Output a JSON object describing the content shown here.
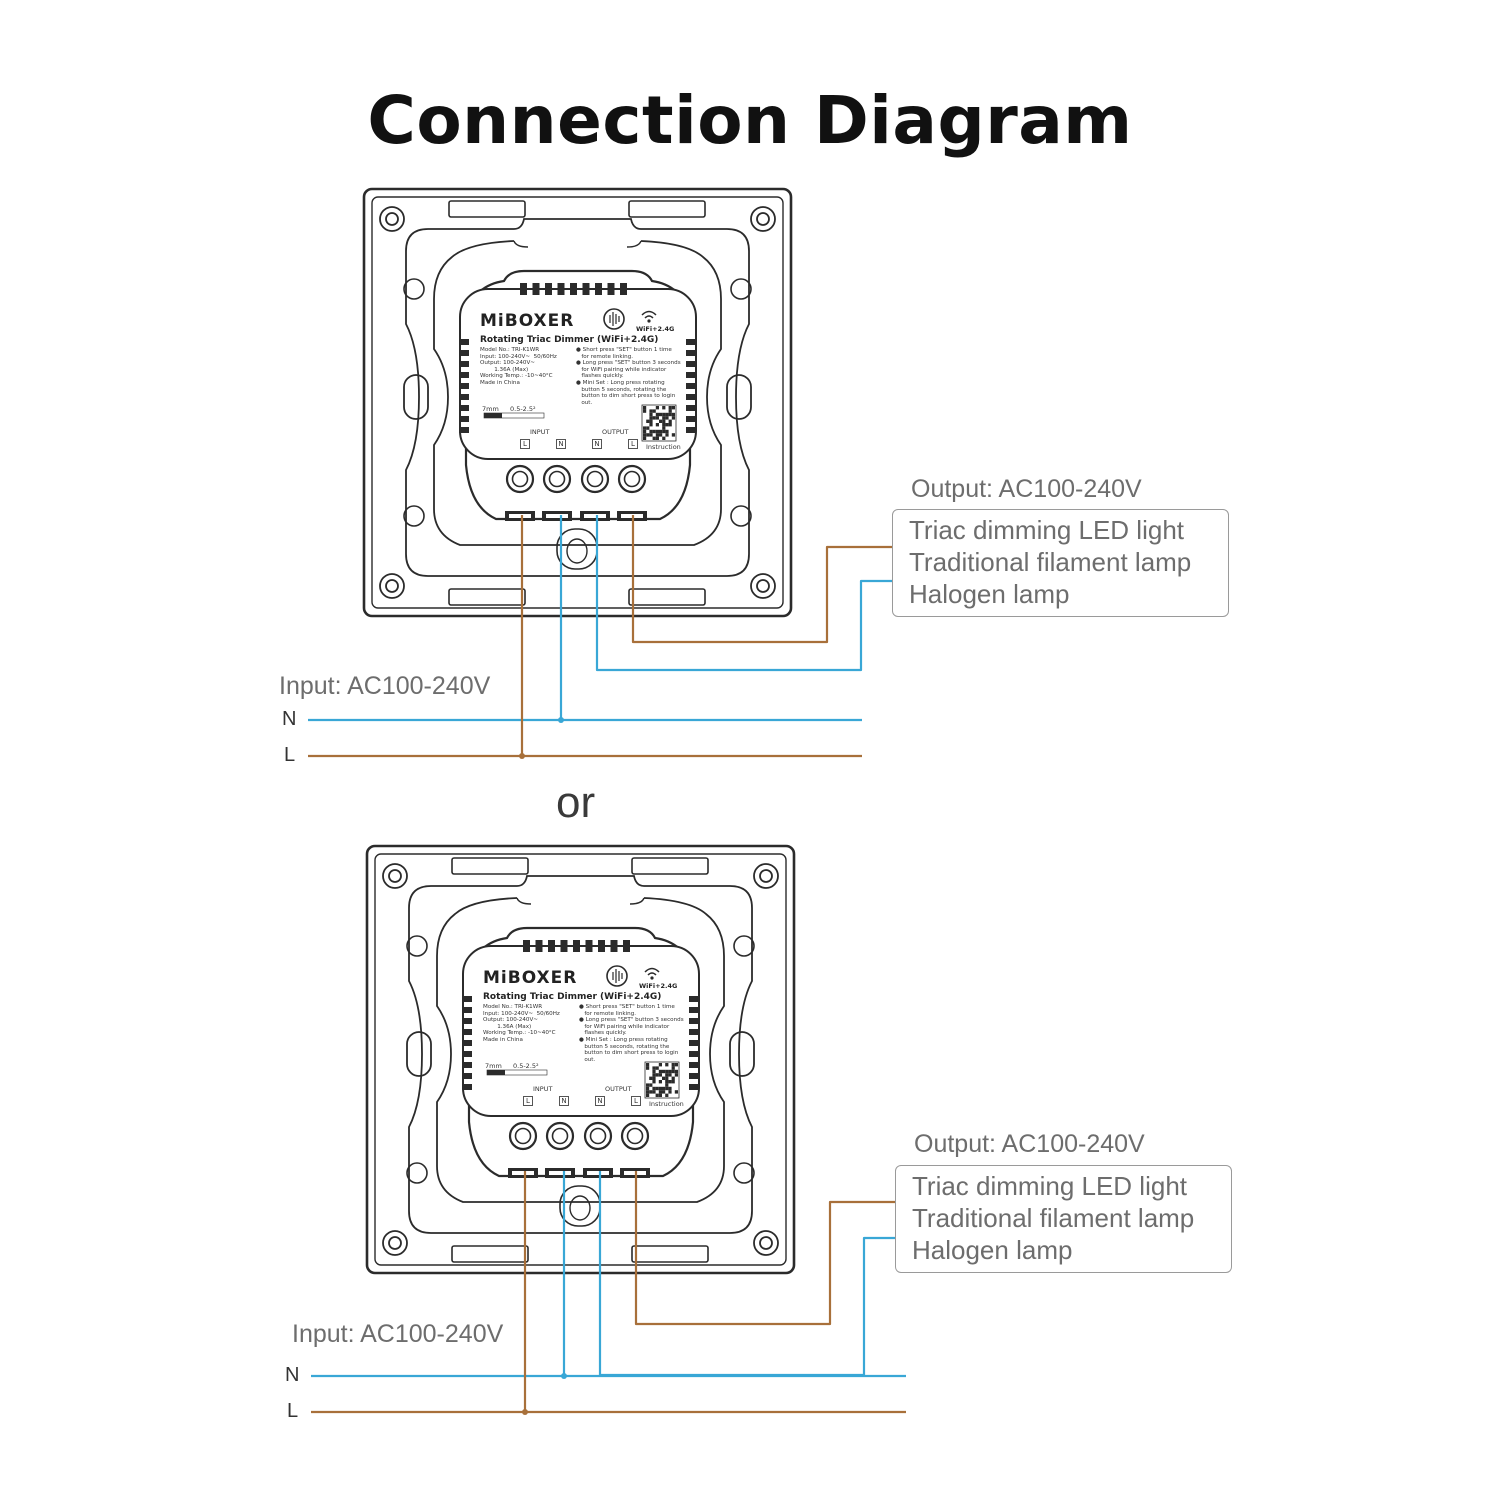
{
  "title": "Connection Diagram",
  "separator": "or",
  "colors": {
    "live_wire": "#a8703a",
    "neutral_wire": "#39a7d6",
    "outline": "#2b2b2b",
    "label_text": "#6d6d6d"
  },
  "diagrams": [
    {
      "output_label": "Output: AC100-240V",
      "loads": [
        "Triac dimming LED light",
        "Traditional filament lamp",
        "Halogen lamp"
      ],
      "input_label": "Input: AC100-240V",
      "wire_n": "N",
      "wire_l": "L"
    },
    {
      "output_label": "Output: AC100-240V",
      "loads": [
        "Triac dimming LED light",
        "Traditional filament lamp",
        "Halogen lamp"
      ],
      "input_label": "Input: AC100-240V",
      "wire_n": "N",
      "wire_l": "L"
    }
  ],
  "module": {
    "brand": "MiBOXER",
    "product": "Rotating Triac Dimmer (WiFi+2.4G)",
    "wifi": "WiFi+2.4G",
    "specs": "Model No.: TRI-K1WR\nInput: 100-240V~  50/60Hz\nOutput: 100-240V~\n        1.36A (Max)\nWorking Temp.: -10~40°C\nMade in China",
    "notes": "● Short press \"SET\" button 1 time\n   for remote linking.\n● Long press \"SET\" button 3 seconds\n   for WiFi pairing while indicator\n   flashes quickly.\n● Mini Set : Long press rotating\n   button 5 seconds, rotating the\n   button to dim short press to login\n   out.",
    "strip": "7mm",
    "gauge": "0.5-2.5²",
    "input": "INPUT",
    "output": "OUTPUT",
    "instruction": "Instruction",
    "terminals": [
      "L",
      "N",
      "N",
      "L"
    ]
  }
}
